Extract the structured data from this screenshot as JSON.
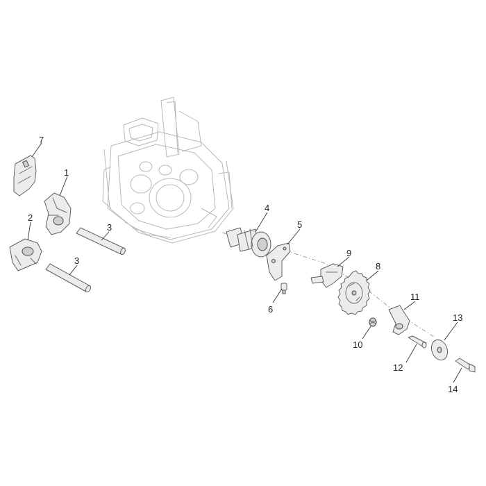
{
  "callouts": [
    {
      "id": "1",
      "label": "1"
    },
    {
      "id": "2",
      "label": "2"
    },
    {
      "id": "3a",
      "label": "3"
    },
    {
      "id": "3b",
      "label": "3"
    },
    {
      "id": "4",
      "label": "4"
    },
    {
      "id": "5",
      "label": "5"
    },
    {
      "id": "6",
      "label": "6"
    },
    {
      "id": "7",
      "label": "7"
    },
    {
      "id": "8",
      "label": "8"
    },
    {
      "id": "9",
      "label": "9"
    },
    {
      "id": "10",
      "label": "10"
    },
    {
      "id": "11",
      "label": "11"
    },
    {
      "id": "12",
      "label": "12"
    },
    {
      "id": "13",
      "label": "13"
    },
    {
      "id": "14",
      "label": "14"
    }
  ]
}
